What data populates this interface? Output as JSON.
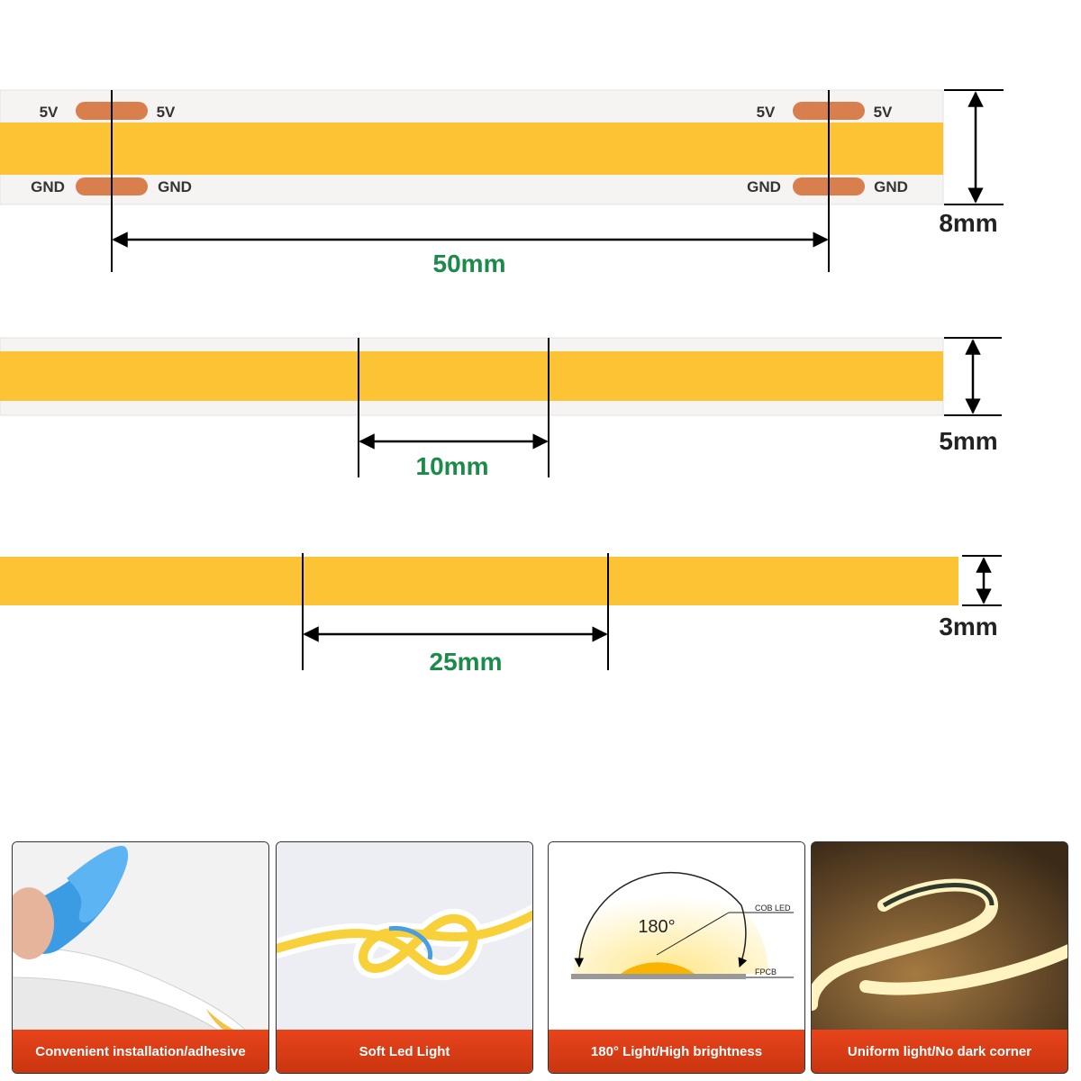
{
  "colors": {
    "led": "#fcc334",
    "pcb": "#f6f3f3",
    "pad": "#d97f4e",
    "dim_label": "#1b8a4a",
    "dim_line": "#000000",
    "caption_bg": "#dd3f18"
  },
  "strip_8mm": {
    "pad_labels": {
      "v": "5V",
      "gnd": "GND"
    },
    "width_label": "8mm",
    "cut_label": "50mm"
  },
  "strip_5mm": {
    "width_label": "5mm",
    "cut_label": "10mm"
  },
  "strip_3mm": {
    "width_label": "3mm",
    "cut_label": "25mm"
  },
  "panels": [
    {
      "caption": "Convenient installation/adhesive",
      "icon": "adhesive-tape-icon"
    },
    {
      "caption": "Soft Led Light",
      "icon": "knotted-strip-icon"
    },
    {
      "caption": "180° Light/High brightness",
      "icon": "light-angle-icon",
      "angle_label": "180°",
      "cob_label": "COB LED",
      "fpcb_label": "FPCB"
    },
    {
      "caption": "Uniform light/No dark corner",
      "icon": "glowing-strip-icon"
    }
  ]
}
